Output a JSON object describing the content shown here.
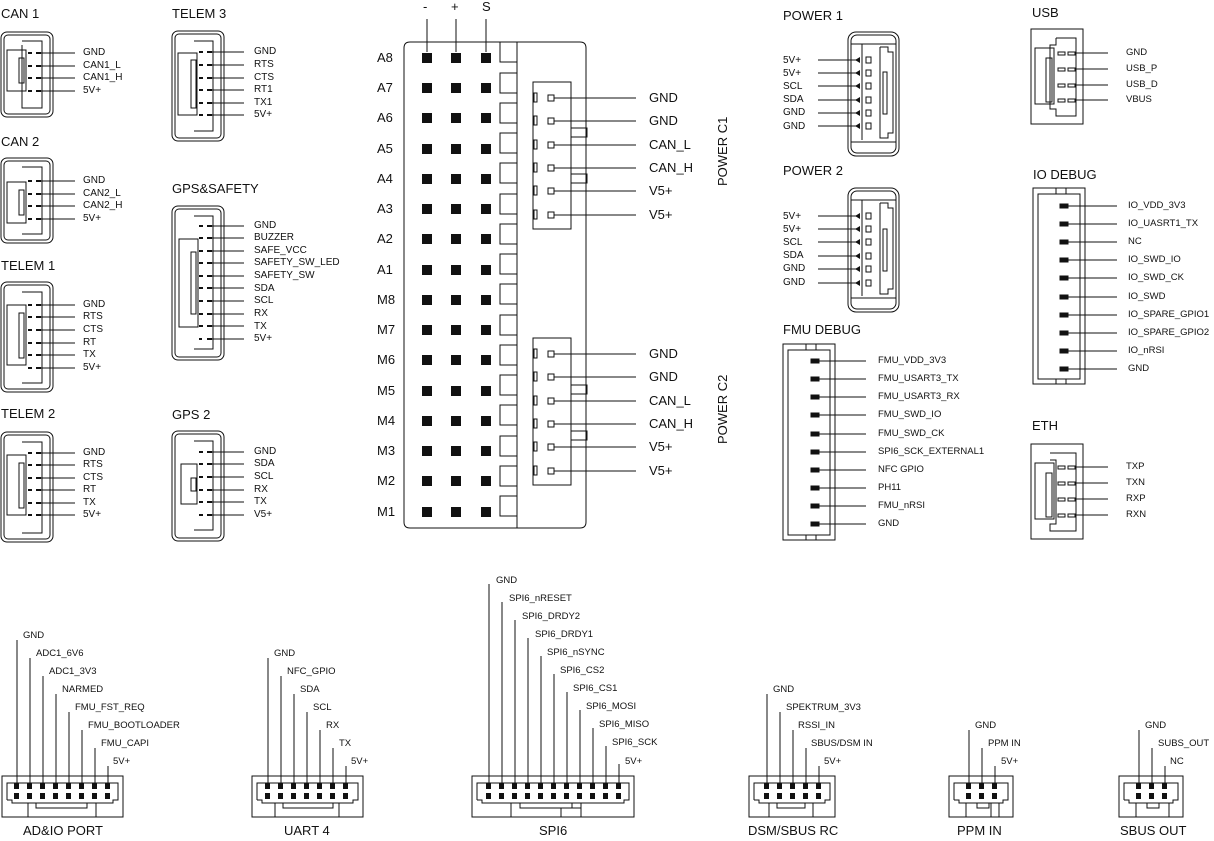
{
  "connectors": {
    "can1": {
      "title": "CAN 1",
      "pins": [
        "GND",
        "CAN1_L",
        "CAN1_H",
        "5V+"
      ]
    },
    "can2": {
      "title": "CAN 2",
      "pins": [
        "GND",
        "CAN2_L",
        "CAN2_H",
        "5V+"
      ]
    },
    "telem1": {
      "title": "TELEM 1",
      "pins": [
        "GND",
        "RTS",
        "CTS",
        "RT",
        "TX",
        "5V+"
      ]
    },
    "telem2": {
      "title": "TELEM 2",
      "pins": [
        "GND",
        "RTS",
        "CTS",
        "RT",
        "TX",
        "5V+"
      ]
    },
    "telem3": {
      "title": "TELEM 3",
      "pins": [
        "GND",
        "RTS",
        "CTS",
        "RT1",
        "TX1",
        "5V+"
      ]
    },
    "gps_safety": {
      "title": "GPS&SAFETY",
      "pins": [
        "GND",
        "BUZZER",
        "SAFE_VCC",
        "SAFETY_SW_LED",
        "SAFETY_SW",
        "SDA",
        "SCL",
        "RX",
        "TX",
        "5V+"
      ]
    },
    "gps2": {
      "title": "GPS 2",
      "pins": [
        "GND",
        "SDA",
        "SCL",
        "RX",
        "TX",
        "V5+"
      ]
    },
    "servo_rail": {
      "column_headers": [
        "-",
        "+",
        "S"
      ],
      "rows": [
        "A8",
        "A7",
        "A6",
        "A5",
        "A4",
        "A3",
        "A2",
        "A1",
        "M8",
        "M7",
        "M6",
        "M5",
        "M4",
        "M3",
        "M2",
        "M1"
      ]
    },
    "power_c1": {
      "title": "POWER C1",
      "pins": [
        "GND",
        "GND",
        "CAN_L",
        "CAN_H",
        "V5+",
        "V5+"
      ]
    },
    "power_c2": {
      "title": "POWER C2",
      "pins": [
        "GND",
        "GND",
        "CAN_L",
        "CAN_H",
        "V5+",
        "V5+"
      ]
    },
    "power1": {
      "title": "POWER 1",
      "pins": [
        "5V+",
        "5V+",
        "SCL",
        "SDA",
        "GND",
        "GND"
      ]
    },
    "power2": {
      "title": "POWER 2",
      "pins": [
        "5V+",
        "5V+",
        "SCL",
        "SDA",
        "GND",
        "GND"
      ]
    },
    "fmu_debug": {
      "title": "FMU DEBUG",
      "pins": [
        "FMU_VDD_3V3",
        "FMU_USART3_TX",
        "FMU_USART3_RX",
        "FMU_SWD_IO",
        "FMU_SWD_CK",
        "SPI6_SCK_EXTERNAL1",
        "NFC GPIO",
        "PH11",
        "FMU_nRSI",
        "GND"
      ]
    },
    "usb": {
      "title": "USB",
      "pins": [
        "GND",
        "USB_P",
        "USB_D",
        "VBUS"
      ]
    },
    "io_debug": {
      "title": "IO DEBUG",
      "pins": [
        "IO_VDD_3V3",
        "IO_UASRT1_TX",
        "NC",
        "IO_SWD_IO",
        "IO_SWD_CK",
        "IO_SWD",
        "IO_SPARE_GPIO1",
        "IO_SPARE_GPIO2",
        "IO_nRSI",
        "GND"
      ]
    },
    "eth": {
      "title": "ETH",
      "pins": [
        "TXP",
        "TXN",
        "RXP",
        "RXN"
      ]
    },
    "adio": {
      "title": "AD&IO PORT",
      "pins": [
        "GND",
        "ADC1_6V6",
        "ADC1_3V3",
        "NARMED",
        "FMU_FST_REQ",
        "FMU_BOOTLOADER",
        "FMU_CAPI",
        "5V+"
      ]
    },
    "uart4": {
      "title": "UART 4",
      "pins": [
        "GND",
        "NFC_GPIO",
        "SDA",
        "SCL",
        "RX",
        "TX",
        "5V+"
      ]
    },
    "spi6": {
      "title": "SPI6",
      "pins": [
        "GND",
        "SPI6_nRESET",
        "SPI6_DRDY2",
        "SPI6_DRDY1",
        "SPI6_nSYNC",
        "SPI6_CS2",
        "SPI6_CS1",
        "SPI6_MOSI",
        "SPI6_MISO",
        "SPI6_SCK",
        "5V+"
      ]
    },
    "dsm_sbus": {
      "title": "DSM/SBUS RC",
      "pins": [
        "GND",
        "SPEKTRUM_3V3",
        "RSSI_IN",
        "SBUS/DSM IN",
        "5V+"
      ]
    },
    "ppm_in": {
      "title": "PPM IN",
      "pins": [
        "GND",
        "PPM IN",
        "5V+"
      ]
    },
    "sbus_out": {
      "title": "SBUS OUT",
      "pins": [
        "GND",
        "SUBS_OUT",
        "NC"
      ]
    }
  },
  "colors": {
    "line": "#111111",
    "background": "#ffffff"
  }
}
